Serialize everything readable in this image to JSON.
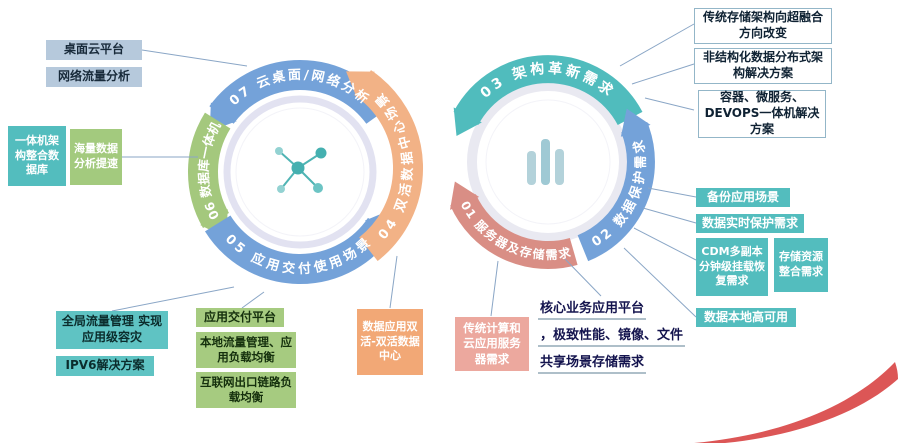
{
  "rings": {
    "left": {
      "segments": {
        "s07": "07 云桌面/网络分析",
        "s06": "06 数据库一体机",
        "s05": "05 应用交付使用场景",
        "s04": "04 双活数据中心场景"
      }
    },
    "right": {
      "segments": {
        "s03": "03 架构革新需求",
        "s02": "02 数据保护需求",
        "s01": "01 服务器及存储需求"
      }
    }
  },
  "boxes": {
    "desktop_cloud": "桌面云平台",
    "network_traffic": "网络流量分析",
    "allinone_arch": "一体机架构整合数据库",
    "massive_data": "海量数据分析提速",
    "global_traffic": "全局流量管理 实现应用级容灾",
    "ipv6": "IPV6解决方案",
    "app_delivery": "应用交付平台",
    "local_traffic": "本地流量管理、应用负载均衡",
    "internet_egress": "互联网出口链路负载均衡",
    "dual_active_dc": "数据应用双活-双活数据中心",
    "traditional_compute": "传统计算和云应用服务器需求",
    "core_business": [
      "核心业务应用平台",
      "，极致性能、镜像、文件",
      "共享场景存储需求"
    ],
    "storage_hci": "传统存储架构向超融合方向改变",
    "unstructured": "非结构化数据分布式架构解决方案",
    "container_devops": "容器、微服务、DEVOPS一体机解决方案",
    "backup_scenario": "备份应用场景",
    "realtime_protection": "数据实时保护需求",
    "cdm_recovery": "CDM多副本分钟级挂载恢复需求",
    "storage_consolidation": "存储资源整合需求",
    "local_ha": "数据本地高可用"
  },
  "colors": {
    "arc_blue": "#74a2d9",
    "arc_green": "#a4c87d",
    "arc_orange": "#f2b286",
    "arc_teal": "#50bcbd",
    "arc_salmon": "#d98e85",
    "box_teal": "#53bdbe",
    "box_green": "#a3ca7e",
    "box_bluegray": "#b6c9dc",
    "box_orange": "#f2a876",
    "box_salmon": "#eca89e",
    "swoosh_red": "#dc5656"
  },
  "icons": {
    "left_center": "molecule-network-icon",
    "right_center": "bar-chart-icon"
  }
}
